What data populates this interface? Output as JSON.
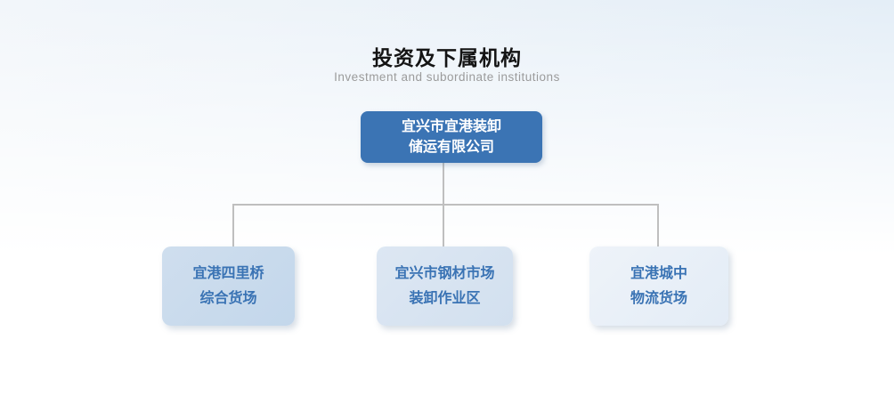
{
  "page": {
    "title": "投资及下属机构",
    "subtitle": "Investment and subordinate institutions"
  },
  "colors": {
    "background_top_left": "#f2f6fa",
    "background_top_right": "#e4eef7",
    "background_bottom": "#ffffff",
    "connector_line": "#bfbfbf",
    "root_box_background": "#3b74b4",
    "root_box_text": "#ffffff",
    "child_box_text": "#3a73b4"
  },
  "org_chart": {
    "root": {
      "line1": "宜兴市宜港装卸",
      "line2": "储运有限公司",
      "bg": "#3b74b4"
    },
    "children": [
      {
        "line1": "宜港四里桥",
        "line2": "综合货场",
        "bg": "linear-gradient(135deg, #cfdeee 0%, #c3d7eb 100%)"
      },
      {
        "line1": "宜兴市钢材市场",
        "line2": "装卸作业区",
        "bg": "linear-gradient(135deg, #dde7f3 0%, #d2e0ef 100%)"
      },
      {
        "line1": "宜港城中",
        "line2": "物流货场",
        "bg": "linear-gradient(135deg, #eef3f9 0%, #e3ecf6 100%)"
      }
    ]
  }
}
